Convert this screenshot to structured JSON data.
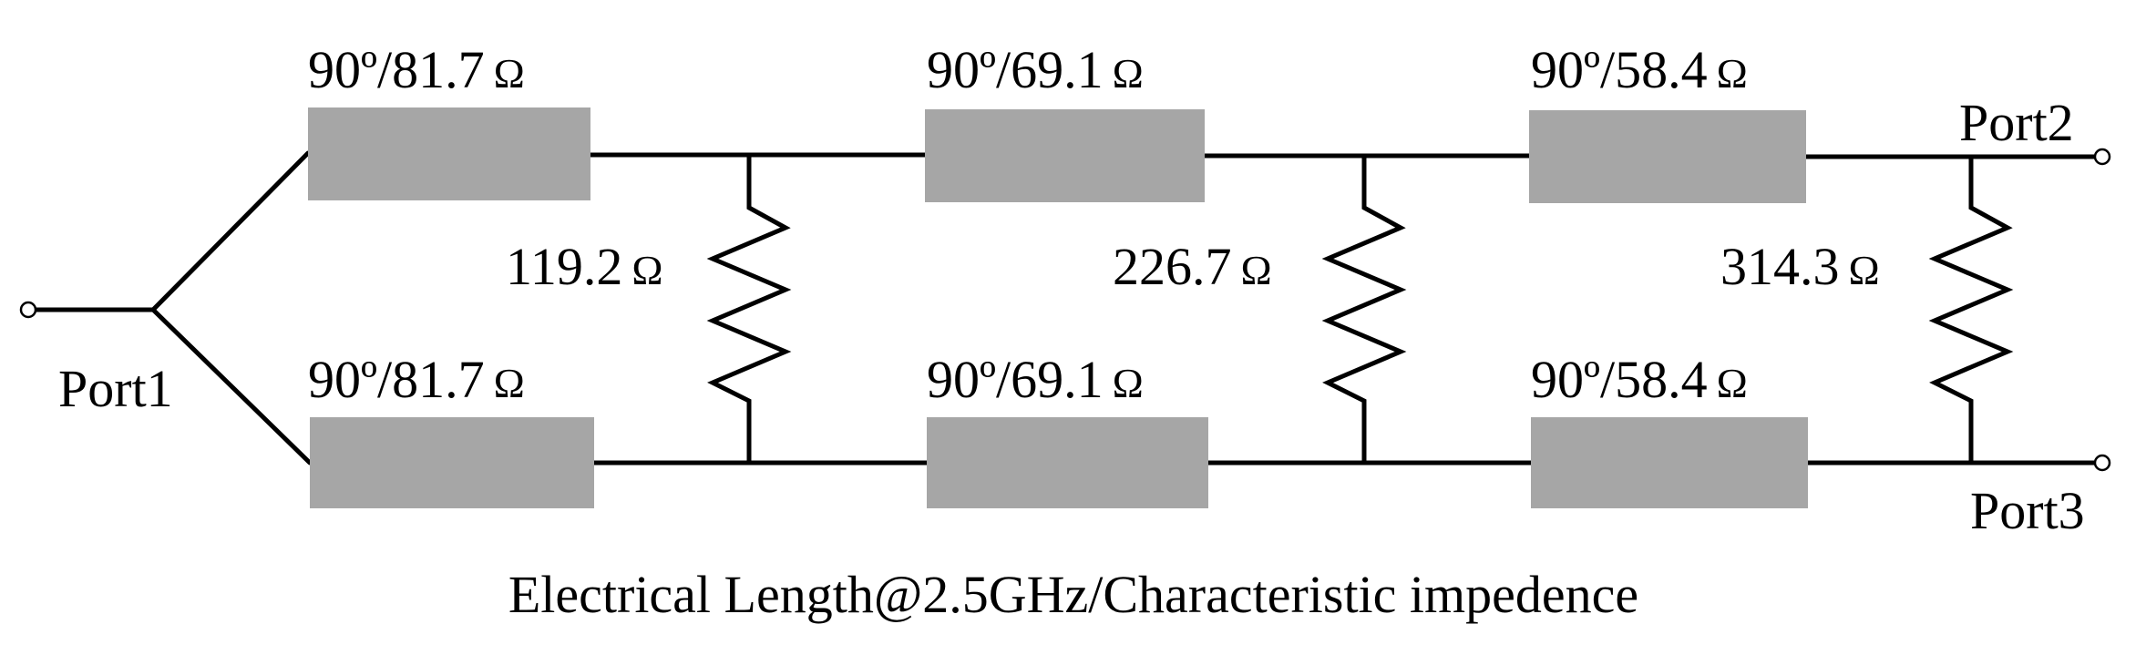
{
  "ports": {
    "port1": "Port1",
    "port2": "Port2",
    "port3": "Port3"
  },
  "lines": [
    {
      "label": "90º/81.7",
      "unit": "Ω"
    },
    {
      "label": "90º/69.1",
      "unit": "Ω"
    },
    {
      "label": "90º/58.4",
      "unit": "Ω"
    },
    {
      "label": "90º/81.7",
      "unit": "Ω"
    },
    {
      "label": "90º/69.1",
      "unit": "Ω"
    },
    {
      "label": "90º/58.4",
      "unit": "Ω"
    }
  ],
  "resistors": [
    {
      "label": "119.2",
      "unit": "Ω"
    },
    {
      "label": "226.7",
      "unit": "Ω"
    },
    {
      "label": "314.3",
      "unit": "Ω"
    }
  ],
  "caption": "Electrical Length@2.5GHz/Characteristic impedence",
  "colors": {
    "line_fill": "#a6a6a6",
    "wire": "#000000",
    "background": "#ffffff"
  }
}
